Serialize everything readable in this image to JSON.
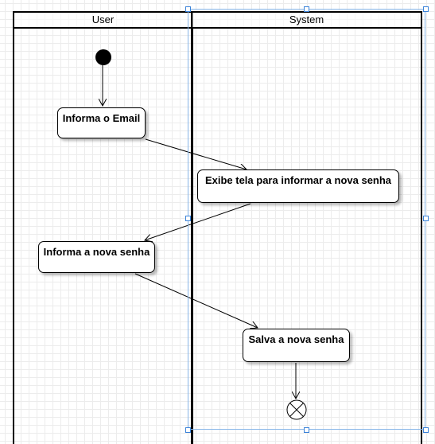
{
  "diagram": {
    "lanes": [
      {
        "label": "User"
      },
      {
        "label": "System"
      }
    ],
    "actions": [
      {
        "label": "Informa o Email"
      },
      {
        "label": "Exibe tela para informar a nova senha"
      },
      {
        "label": "Informa a nova senha"
      },
      {
        "label": "Salva a nova senha"
      }
    ],
    "colors": {
      "line": "#000000",
      "selection": "#3a82d8"
    }
  }
}
